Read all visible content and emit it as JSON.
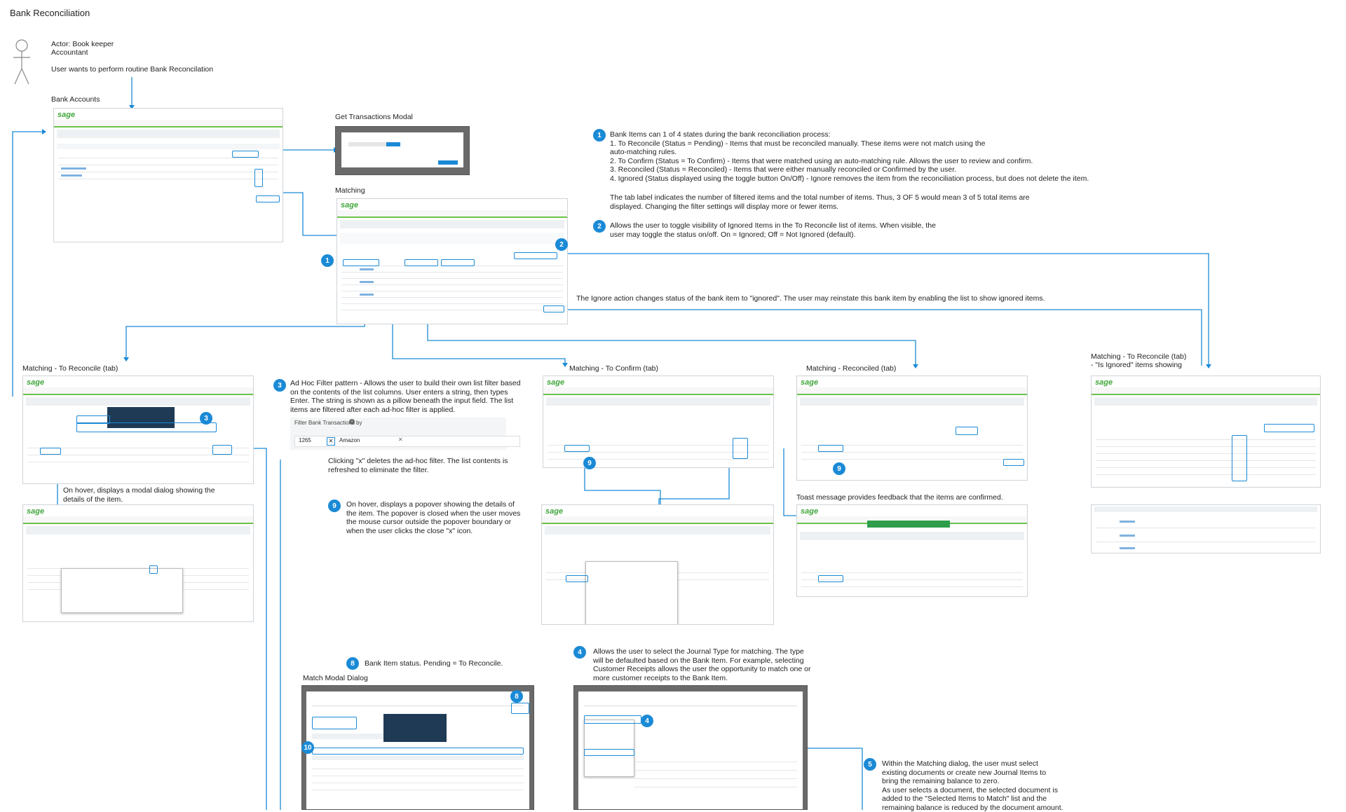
{
  "page": {
    "title": "Bank Reconciliation"
  },
  "actor": {
    "line1": "Actor: Book keeper",
    "line2": "Accountant",
    "goal": "User wants to perform routine Bank Reconcilation"
  },
  "screens": {
    "bank_accounts": "Bank Accounts",
    "get_transactions": "Get Transactions Modal",
    "matching": "Matching",
    "to_reconcile": "Matching - To Reconcile (tab)",
    "to_confirm": "Matching - To Confirm (tab)",
    "reconciled": "Matching - Reconciled (tab)",
    "is_ignored_1": "Matching - To Reconcile (tab)",
    "is_ignored_2": "- \"Is Ignored\" items showing",
    "match_modal": "Match Modal Dialog"
  },
  "notes": {
    "n1_lines": [
      "Bank Items can 1 of 4 states during the bank reconciliation process:",
      "1. To Reconcile (Status = Pending) - Items that must be reconciled manually.  These items were not match using the",
      "auto-matching rules.",
      "2. To Confirm (Status = To Confirm) - Items that were matched using an auto-matching rule.  Allows the user to review and confirm.",
      "3. Reconciled (Status = Reconciled) - Items that were either manually reconciled or Confirmed by the user.",
      "4. Ignored (Status displayed using the toggle button On/Off) - Ignore removes the item from the reconciliation process, but does not delete the item."
    ],
    "n1_tab_lines": [
      "The tab label indicates the number of filtered items and the total number of items.  Thus, 3 OF 5 would mean 3 of 5 total items are",
      "displayed.  Changing the filter settings will display more or fewer items."
    ],
    "n2_lines": [
      "Allows the user to toggle visibility of Ignored Items in the To Reconcile list of items.  When visible, the",
      "user may toggle the status on/off.  On = Ignored; Off = Not Ignored (default)."
    ],
    "ignore_action": "The Ignore action changes status of the bank item to \"ignored\".  The user may reinstate this bank item by enabling the list to show ignored items.",
    "n3_lines": [
      "Ad Hoc Filter pattern - Allows the user to build their own list filter based",
      "on the contents of the list columns.  User enters a string, then types",
      "Enter.  The string is shown as a pillow beneath the input field.  The list",
      "items are filtered after each ad-hoc filter is applied."
    ],
    "filter_label": "Filter Bank Transactions by",
    "filter_value": "1265",
    "filter_pill": "Amazon",
    "clicking_x_lines": [
      "Clicking \"x\" deletes the ad-hoc filter.  The list contents is",
      "refreshed to eliminate the filter."
    ],
    "hover_modal_lines": [
      "On hover, displays a modal dialog showing the",
      "details of the item."
    ],
    "n9_lines": [
      "On hover, displays a popover showing the details of",
      "the item.  The popover is closed when the user moves",
      "the mouse cursor outside the popover boundary or",
      "when the user clicks the close \"x\" icon."
    ],
    "toast": "Toast message provides feedback that the items are confirmed.",
    "n8": "Bank Item status.  Pending = To Reconcile.",
    "n4_lines": [
      "Allows the user to select the Journal Type for matching.  The type",
      "will be defaulted based on the Bank Item.  For example, selecting",
      "Customer Receipts allows the user the opportunity to match one or",
      "more customer receipts to the Bank Item."
    ],
    "n5_lines": [
      "Within the Matching dialog, the user must select",
      "existing documents or create new Journal Items to",
      "bring the remaining balance to zero.",
      "As user selects a document, the selected document is",
      "added to the \"Selected Items to Match\" list and the",
      "remaining balance is reduced by the document amount."
    ]
  },
  "badges": [
    "1",
    "2",
    "3",
    "3",
    "9",
    "9",
    "9",
    "8",
    "4",
    "5",
    "8",
    "4",
    "10"
  ],
  "thumb_logo": "sage",
  "colors": {
    "accent": "#1b8ad6",
    "brand": "#40a63a",
    "green_bar": "#6cc24a"
  }
}
